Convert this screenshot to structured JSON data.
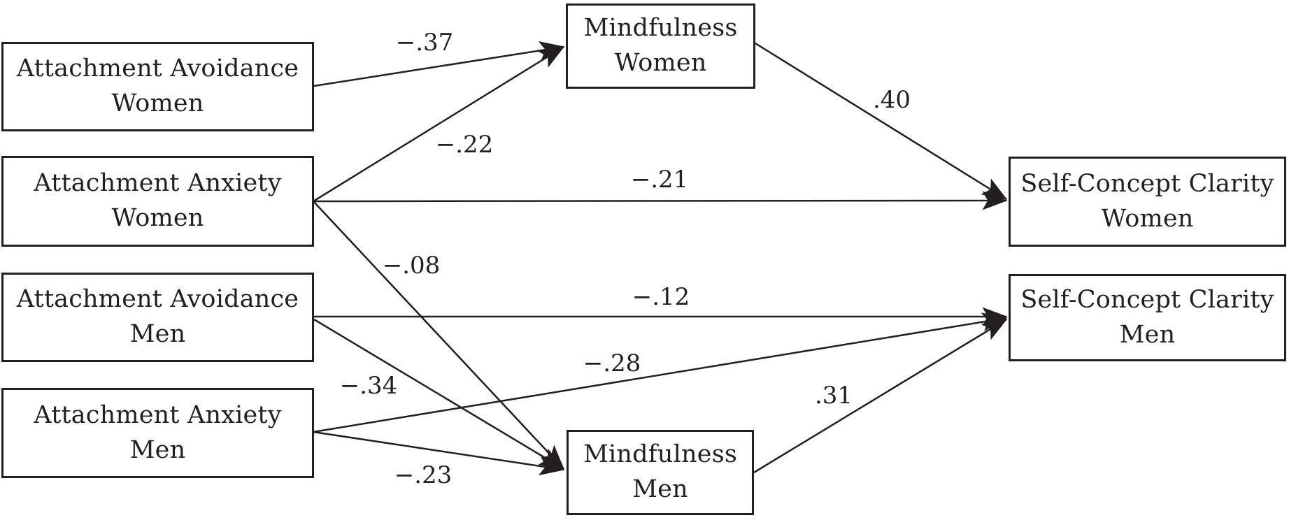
{
  "diagram": {
    "type": "path-model",
    "description": "Structural path model linking attachment dimensions, mindfulness, and self-concept clarity for women and men",
    "colors": {
      "background": "#ffffff",
      "line": "#231f20",
      "box_border": "#231f20",
      "text": "#231f20"
    },
    "nodes": [
      {
        "id": "attachment-avoidance-women",
        "line1": "Attachment Avoidance",
        "line2": "Women"
      },
      {
        "id": "attachment-anxiety-women",
        "line1": "Attachment Anxiety",
        "line2": "Women"
      },
      {
        "id": "attachment-avoidance-men",
        "line1": "Attachment Avoidance",
        "line2": "Men"
      },
      {
        "id": "attachment-anxiety-men",
        "line1": "Attachment Anxiety",
        "line2": "Men"
      },
      {
        "id": "mindfulness-women",
        "line1": "Mindfulness",
        "line2": "Women"
      },
      {
        "id": "mindfulness-men",
        "line1": "Mindfulness",
        "line2": "Men"
      },
      {
        "id": "self-concept-clarity-women",
        "line1": "Self-Concept Clarity",
        "line2": "Women"
      },
      {
        "id": "self-concept-clarity-men",
        "line1": "Self-Concept Clarity",
        "line2": "Men"
      }
    ],
    "paths": [
      {
        "from": "attachment-avoidance-women",
        "to": "mindfulness-women",
        "coefficient": "−.37"
      },
      {
        "from": "attachment-anxiety-women",
        "to": "mindfulness-women",
        "coefficient": "−.22"
      },
      {
        "from": "attachment-anxiety-women",
        "to": "self-concept-clarity-women",
        "coefficient": "−.21"
      },
      {
        "from": "attachment-anxiety-women",
        "to": "mindfulness-men",
        "coefficient": "−.08"
      },
      {
        "from": "mindfulness-women",
        "to": "self-concept-clarity-women",
        "coefficient": ".40"
      },
      {
        "from": "attachment-avoidance-men",
        "to": "self-concept-clarity-men",
        "coefficient": "−.12"
      },
      {
        "from": "attachment-avoidance-men",
        "to": "mindfulness-men",
        "coefficient": "−.34"
      },
      {
        "from": "attachment-anxiety-men",
        "to": "self-concept-clarity-men",
        "coefficient": "−.28"
      },
      {
        "from": "attachment-anxiety-men",
        "to": "mindfulness-men",
        "coefficient": "−.23"
      },
      {
        "from": "mindfulness-men",
        "to": "self-concept-clarity-men",
        "coefficient": ".31"
      }
    ]
  }
}
